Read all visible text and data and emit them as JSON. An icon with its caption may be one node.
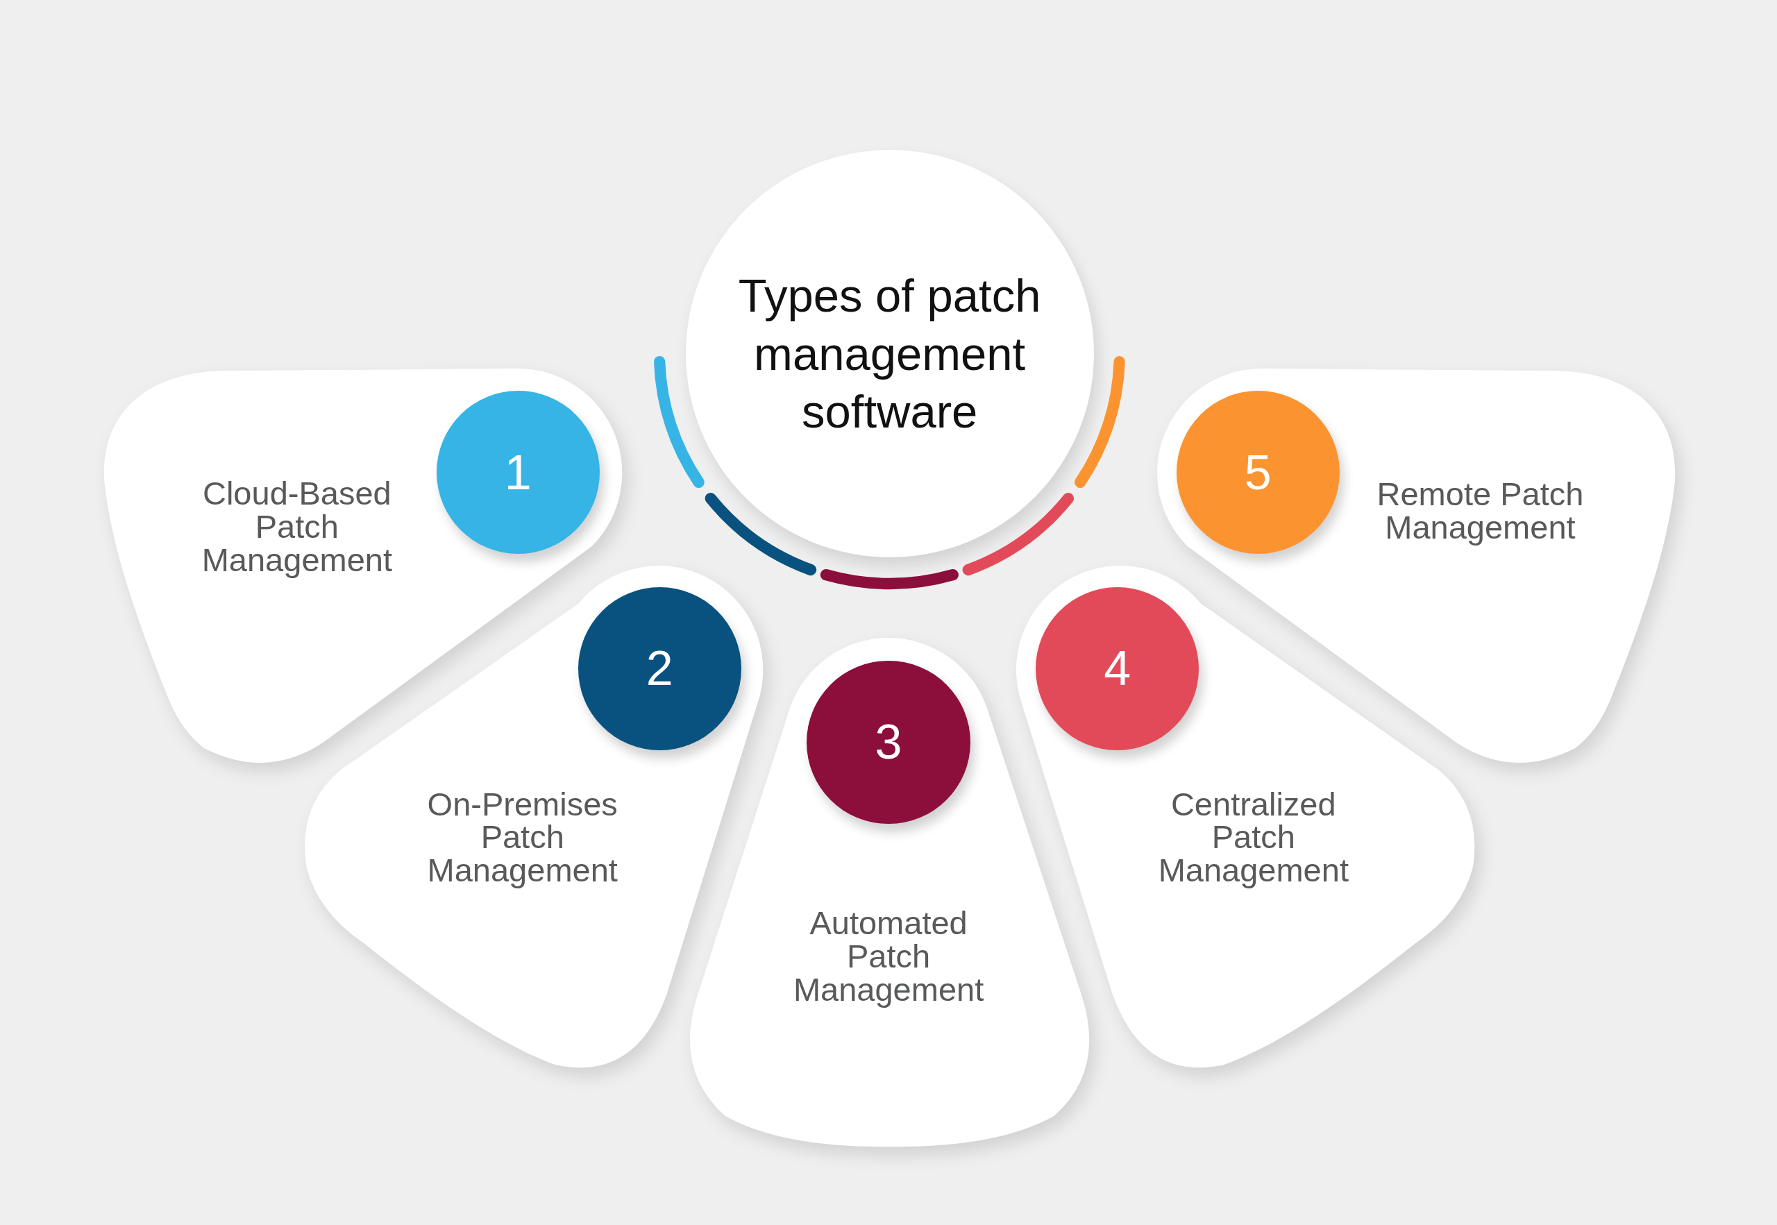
{
  "diagram": {
    "nodes": [
      {
        "text": [
          "Types of patch management software"
        ]
      },
      {
        "text": [
          "Cloud-Based Patch Management"
        ]
      },
      {
        "text": [
          "1"
        ],
        "in": 1
      },
      {
        "text": [
          "On-Premises Patch Management"
        ]
      },
      {
        "text": [
          "2"
        ],
        "in": 3
      },
      {
        "text": [
          "Automated Patch Management"
        ]
      },
      {
        "text": [
          "3"
        ],
        "in": 5
      },
      {
        "text": [
          "Centralized Patch Management"
        ]
      },
      {
        "text": [
          "4"
        ],
        "in": 7
      },
      {
        "text": [
          "Remote Patch Management"
        ]
      },
      {
        "text": [
          "5"
        ],
        "in": 9
      }
    ]
  }
}
